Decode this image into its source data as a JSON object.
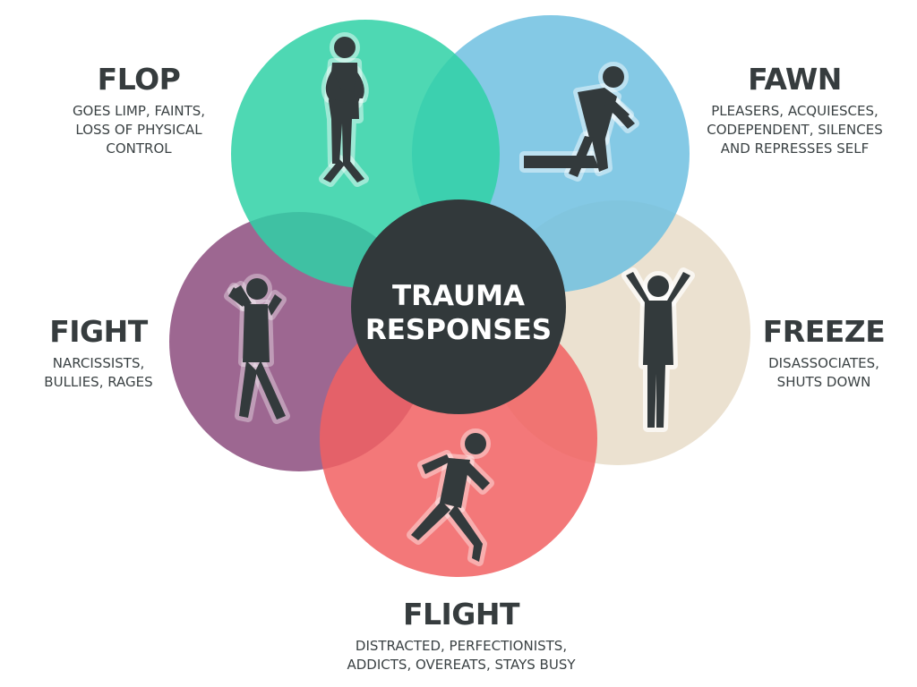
{
  "center": {
    "line1": "TRAUMA",
    "line2": "RESPONSES",
    "color": "#32393b"
  },
  "responses": {
    "flop": {
      "title": "FLOP",
      "desc": [
        "GOES LIMP, FAINTS,",
        "LOSS OF PHYSICAL",
        "CONTROL"
      ],
      "color": "#2fd1a6",
      "icon": "limp-person-icon"
    },
    "fawn": {
      "title": "FAWN",
      "desc": [
        "PLEASERS, ACQUIESCES,",
        "CODEPENDENT, SILENCES",
        "AND REPRESSES SELF"
      ],
      "color": "#6fc0e0",
      "icon": "kneeling-person-icon"
    },
    "fight": {
      "title": "FIGHT",
      "desc": [
        "NARCISSISTS,",
        "BULLIES, RAGES"
      ],
      "color": "#8c4c7e",
      "icon": "boxing-person-icon"
    },
    "freeze": {
      "title": "FREEZE",
      "desc": [
        "DISASSOCIATES,",
        "SHUTS DOWN"
      ],
      "color": "#e8dcc8",
      "icon": "frozen-person-icon"
    },
    "flight": {
      "title": "FLIGHT",
      "desc": [
        "DISTRACTED, PERFECTIONISTS,",
        "ADDICTS, OVEREATS, STAYS BUSY"
      ],
      "color": "#f16062",
      "icon": "running-person-icon"
    }
  }
}
